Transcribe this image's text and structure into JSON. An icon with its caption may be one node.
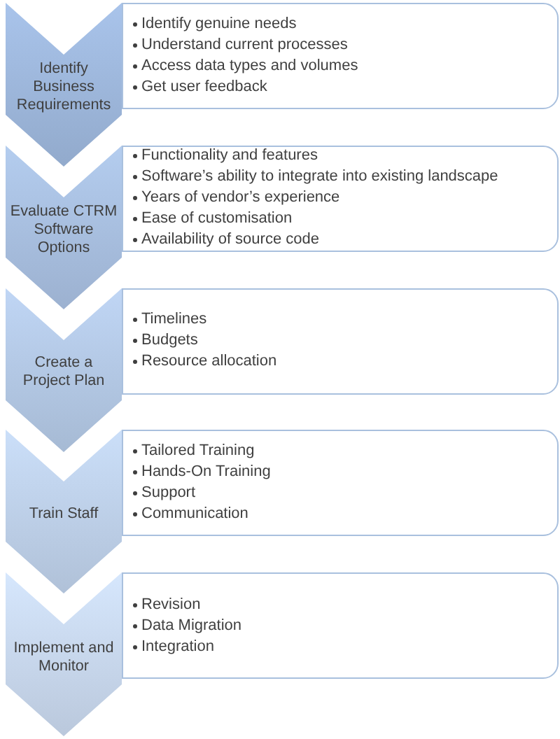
{
  "diagram": {
    "nodes": [
      {
        "text": [
          "Identify Business Requirements"
        ]
      },
      {
        "text": [
          "Identify genuine needs",
          "Understand current processes",
          "Access data types and volumes",
          "Get user feedback"
        ]
      },
      {
        "text": [
          "Evaluate CTRM Software Options"
        ]
      },
      {
        "text": [
          "Functionality and features",
          "Software’s ability to integrate into existing landscape",
          "Years of vendor’s experience",
          "Ease of customisation",
          "Availability of source code"
        ]
      },
      {
        "text": [
          "Create a Project Plan"
        ]
      },
      {
        "text": [
          "Timelines",
          "Budgets",
          "Resource allocation"
        ]
      },
      {
        "text": [
          "Train Staff"
        ]
      },
      {
        "text": [
          "Tailored Training",
          "Hands-On Training",
          "Support",
          "Communication"
        ]
      },
      {
        "text": [
          "Implement and Monitor"
        ]
      },
      {
        "text": [
          "Revision",
          "Data Migration",
          "Integration"
        ]
      }
    ]
  }
}
